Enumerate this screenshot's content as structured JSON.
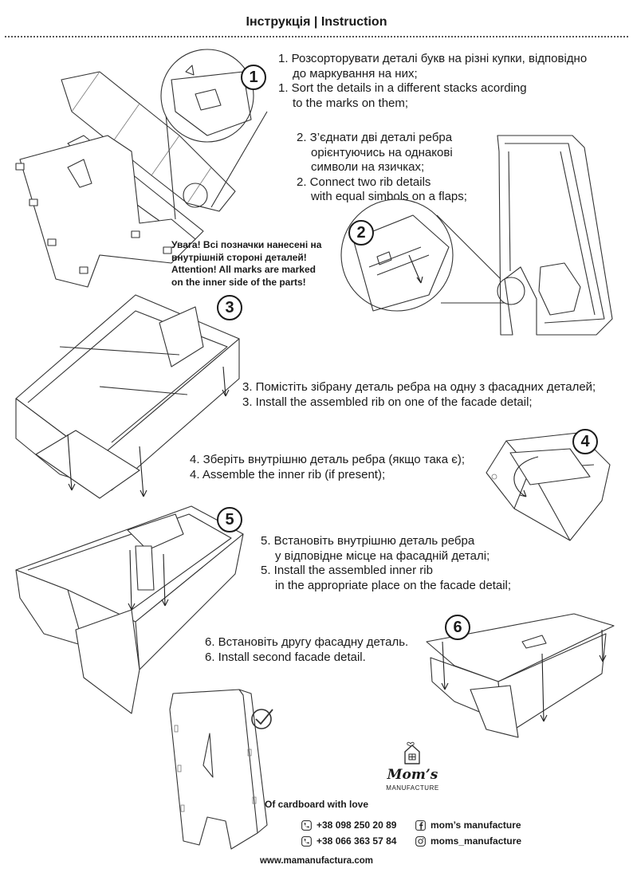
{
  "header": {
    "title": "Інструкція | Instruction"
  },
  "steps": [
    {
      "badge": "1",
      "lines": [
        "1. Розсорторувати деталі букв на різні купки, відповідно",
        "до маркування на них;",
        "1. Sort the details in a different stacks acording",
        "to the marks on them;"
      ]
    },
    {
      "badge": "2",
      "lines": [
        "2. З’єднати дві деталі ребра",
        "орієнтуючись на однакові",
        "символи на язичках;",
        "2. Connect two rib details",
        "with equal simbols on a flaps;"
      ]
    },
    {
      "badge": "3",
      "lines": [
        "3. Помістіть зібрану деталь ребра на одну з фасадних деталей;",
        "3. Install the assembled rib on one of the facade detail;"
      ]
    },
    {
      "badge": "4",
      "lines": [
        "4. Зберіть внутрішню деталь ребра (якщо така є);",
        "4. Assemble the inner rib (if present);"
      ]
    },
    {
      "badge": "5",
      "lines": [
        "5. Встановіть внутрішню деталь ребра",
        "у відповідне місце на фасадній деталі;",
        "5. Install the assembled inner rib",
        "in the appropriate place on the facade detail;"
      ]
    },
    {
      "badge": "6",
      "lines": [
        "6. Встановіть другу фасадну деталь.",
        "6. Install second facade detail."
      ]
    }
  ],
  "warning": {
    "lines": [
      "Увага! Всі позначки нанесені на",
      "внутрішній стороні деталей!",
      "Attention! All marks are marked",
      "on the inner side of the parts!"
    ]
  },
  "brand": {
    "logo_name": "Mom’s",
    "logo_sub": "MANUFACTURE",
    "tagline": "Of cardboard with love",
    "phones": [
      "+38 098 250 20 89",
      "+38 066 363 57 84"
    ],
    "social": [
      "mom’s manufacture",
      "moms_manufacture"
    ],
    "website": "www.mamanufactura.com"
  },
  "icons": {
    "phone": "phone-icon",
    "facebook": "facebook-icon",
    "instagram": "instagram-icon",
    "house": "house-icon",
    "check": "check-circle-icon"
  },
  "colors": {
    "text": "#1a1a1a",
    "line": "#333333",
    "background": "#ffffff"
  }
}
